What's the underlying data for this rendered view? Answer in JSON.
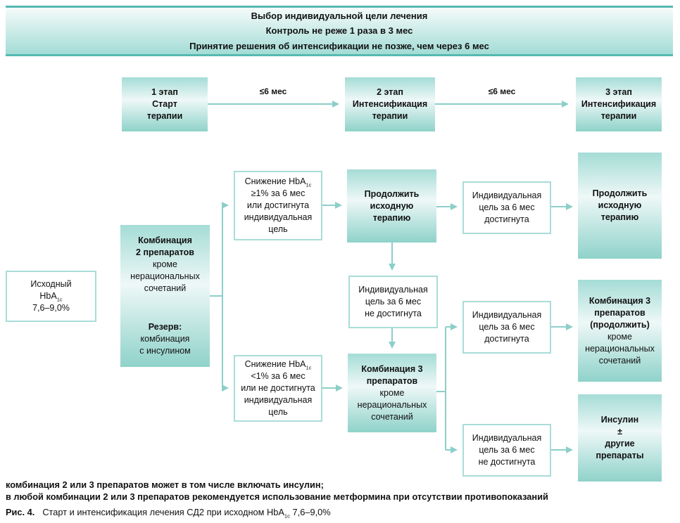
{
  "colors": {
    "connector": "#8ccfc8",
    "box-border": "#a9ddd7",
    "banner-border": "#57b9b1",
    "grad-top": "#a5dcd6",
    "grad-mid": "#eef8f7",
    "grad-bottom": "#8fd2ca",
    "banner-top": "#f5fbfa",
    "banner-bottom": "#a3dcd6",
    "text": "#111111"
  },
  "banner": {
    "text": "Выбор индивидуальной цели лечения\nКонтроль не реже 1 раза в 3 мес\nПринятие решения об интенсификации не позже, чем через 6 мес"
  },
  "stages": {
    "stage1": "1 этап\nСтарт\nтерапии",
    "stage2": "2 этап\nИнтенсификация\nтерапии",
    "stage3": "3 этап\nИнтенсификация\nтерапии",
    "interval_label_1": "≤6 мес",
    "interval_label_2": "≤6 мес"
  },
  "nodes": {
    "source": {
      "prefix": "Исходный\nHbA",
      "sub": "1c",
      "rest": "\n7,6–9,0%"
    },
    "combo2": {
      "title": "Комбинация\n2 препаратов",
      "note": "кроме\nнерациональных\nсочетаний",
      "reserve_title": "Резерв:",
      "reserve_note": "комбинация\nс инсулином"
    },
    "decrease_ge": {
      "prefix": "Снижение HbA",
      "sub": "1c",
      "rest": "\n≥1% за 6 мес\nили достигнута\nиндивидуальная\nцель"
    },
    "decrease_lt": {
      "prefix": "Снижение HbA",
      "sub": "1c",
      "rest": "\n<1% за 6 мес\nили не достигнута\nиндивидуальная\nцель"
    },
    "continue_mid": {
      "title": "Продолжить\nисходную\nтерапию"
    },
    "goal_achieved_top": {
      "text": "Индивидуальная\nцель за 6 мес\nдостигнута"
    },
    "continue_right": {
      "title": "Продолжить\nисходную\nтерапию"
    },
    "goal_not_achieved_mid": {
      "text": "Индивидуальная\nцель за 6 мес\nне достигнута"
    },
    "combo3_mid": {
      "title": "Комбинация 3\nпрепаратов",
      "note": "кроме\nнерациональных\nсочетаний"
    },
    "goal_achieved_right": {
      "text": "Индивидуальная\nцель за 6 мес\nдостигнута"
    },
    "combo3_right": {
      "title": "Комбинация 3\nпрепаратов\n(продолжить)",
      "note": "кроме\nнерациональных\nсочетаний"
    },
    "goal_not_achieved_right": {
      "text": "Индивидуальная\nцель за 6 мес\nне достигнута"
    },
    "insulin": {
      "title": "Инсулин\n±\nдругие\nпрепараты"
    }
  },
  "footnotes": {
    "line1": "комбинация 2 или 3 препаратов может в том числе включать инсулин;",
    "line2": "в любой комбинации 2 или 3 препаратов рекомендуется использование метформина при отсутствии противопоказаний"
  },
  "caption": {
    "label": "Рис. 4.",
    "prefix": "Старт и интенсификация лечения СД2 при исходном HbA",
    "sub": "1c",
    "suffix": " 7,6–9,0%"
  }
}
